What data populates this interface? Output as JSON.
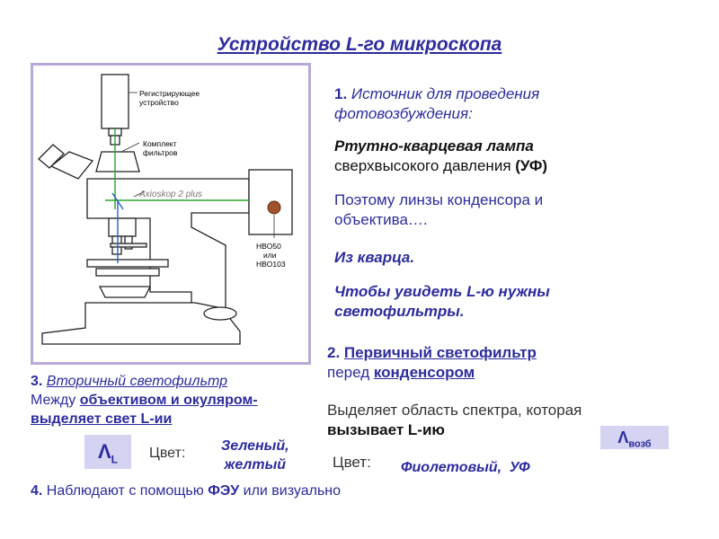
{
  "title": "Устройство L-го микроскопа",
  "diagram": {
    "labels": {
      "recorder": [
        "Регистрирующее",
        "устройство"
      ],
      "filters": [
        "Комплект",
        "фильтров"
      ],
      "model": "Axioskop 2 plus",
      "lamp": [
        "HBO50",
        "или",
        "HBO103"
      ]
    }
  },
  "section1": {
    "num": "1.",
    "heading_line1": "Источник для проведения",
    "heading_line2": "фотовозбуждения:",
    "lamp_name": "Ртутно-кварцевая лампа",
    "lamp_desc_prefix": "сверхвысокого давления ",
    "lamp_desc_bold": "(УФ)",
    "lens_line1": "Поэтому линзы конденсора и",
    "lens_line2": "объектива….",
    "quartz": "Из кварца.",
    "filters_line1": "Чтобы увидеть L-ю нужны",
    "filters_line2": "светофильтры."
  },
  "section2": {
    "num": "2. ",
    "heading": "Первичный светофильтр",
    "before_prefix": "перед ",
    "before_target": "конденсором",
    "desc_line1": "Выделяет область спектра, которая",
    "desc_line2_bold": "вызывает L-ию",
    "lambda_symbol": "Λ",
    "lambda_sub": "возб",
    "color_label": "Цвет:",
    "color_value": "Фиолетовый,  УФ"
  },
  "section3": {
    "num": "3. ",
    "heading": "Вторичный светофильтр",
    "between_prefix": "Между ",
    "between_bold": "объективом и окуляром-",
    "emits_line": "выделяет свет L-ии",
    "lambda_symbol": "Λ",
    "lambda_sub": "L",
    "color_label": "Цвет:",
    "color_value_line1": "Зеленый,",
    "color_value_line2": "желтый"
  },
  "section4": {
    "num": "4.",
    "text_prefix": " Наблюдают с помощью ",
    "text_bold": "ФЭУ",
    "text_suffix": " или визуально"
  }
}
